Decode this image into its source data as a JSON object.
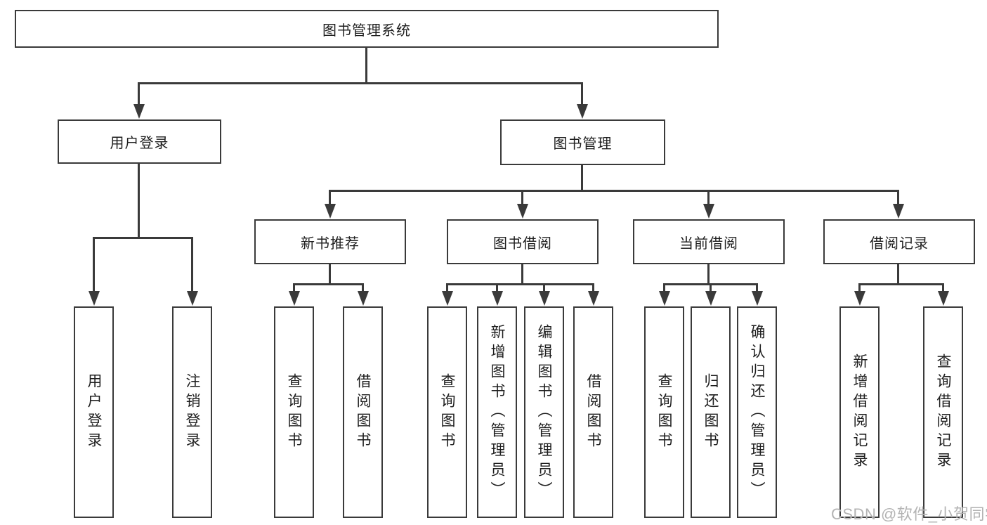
{
  "diagram": {
    "root": {
      "label": "图书管理系统"
    },
    "branches": [
      {
        "label": "用户登录",
        "leaves": [
          {
            "label": "用户登录"
          },
          {
            "label": "注销登录"
          }
        ]
      },
      {
        "label": "图书管理",
        "groups": [
          {
            "label": "新书推荐",
            "leaves": [
              {
                "label": "查询图书"
              },
              {
                "label": "借阅图书"
              }
            ]
          },
          {
            "label": "图书借阅",
            "leaves": [
              {
                "label": "查询图书"
              },
              {
                "label": "新增图书（管理员）"
              },
              {
                "label": "编辑图书（管理员）"
              },
              {
                "label": "借阅图书"
              }
            ]
          },
          {
            "label": "当前借阅",
            "leaves": [
              {
                "label": "查询图书"
              },
              {
                "label": "归还图书"
              },
              {
                "label": "确认归还（管理员）"
              }
            ]
          },
          {
            "label": "借阅记录",
            "leaves": [
              {
                "label": "新增借阅记录"
              },
              {
                "label": "查询借阅记录"
              }
            ]
          }
        ]
      }
    ]
  },
  "watermark": {
    "text": "CSDN @软件_小贺同学"
  },
  "colors": {
    "line": "#3a3a3a",
    "text": "#1e1e1e",
    "background": "#ffffff",
    "watermark": "#b3b3b3"
  }
}
